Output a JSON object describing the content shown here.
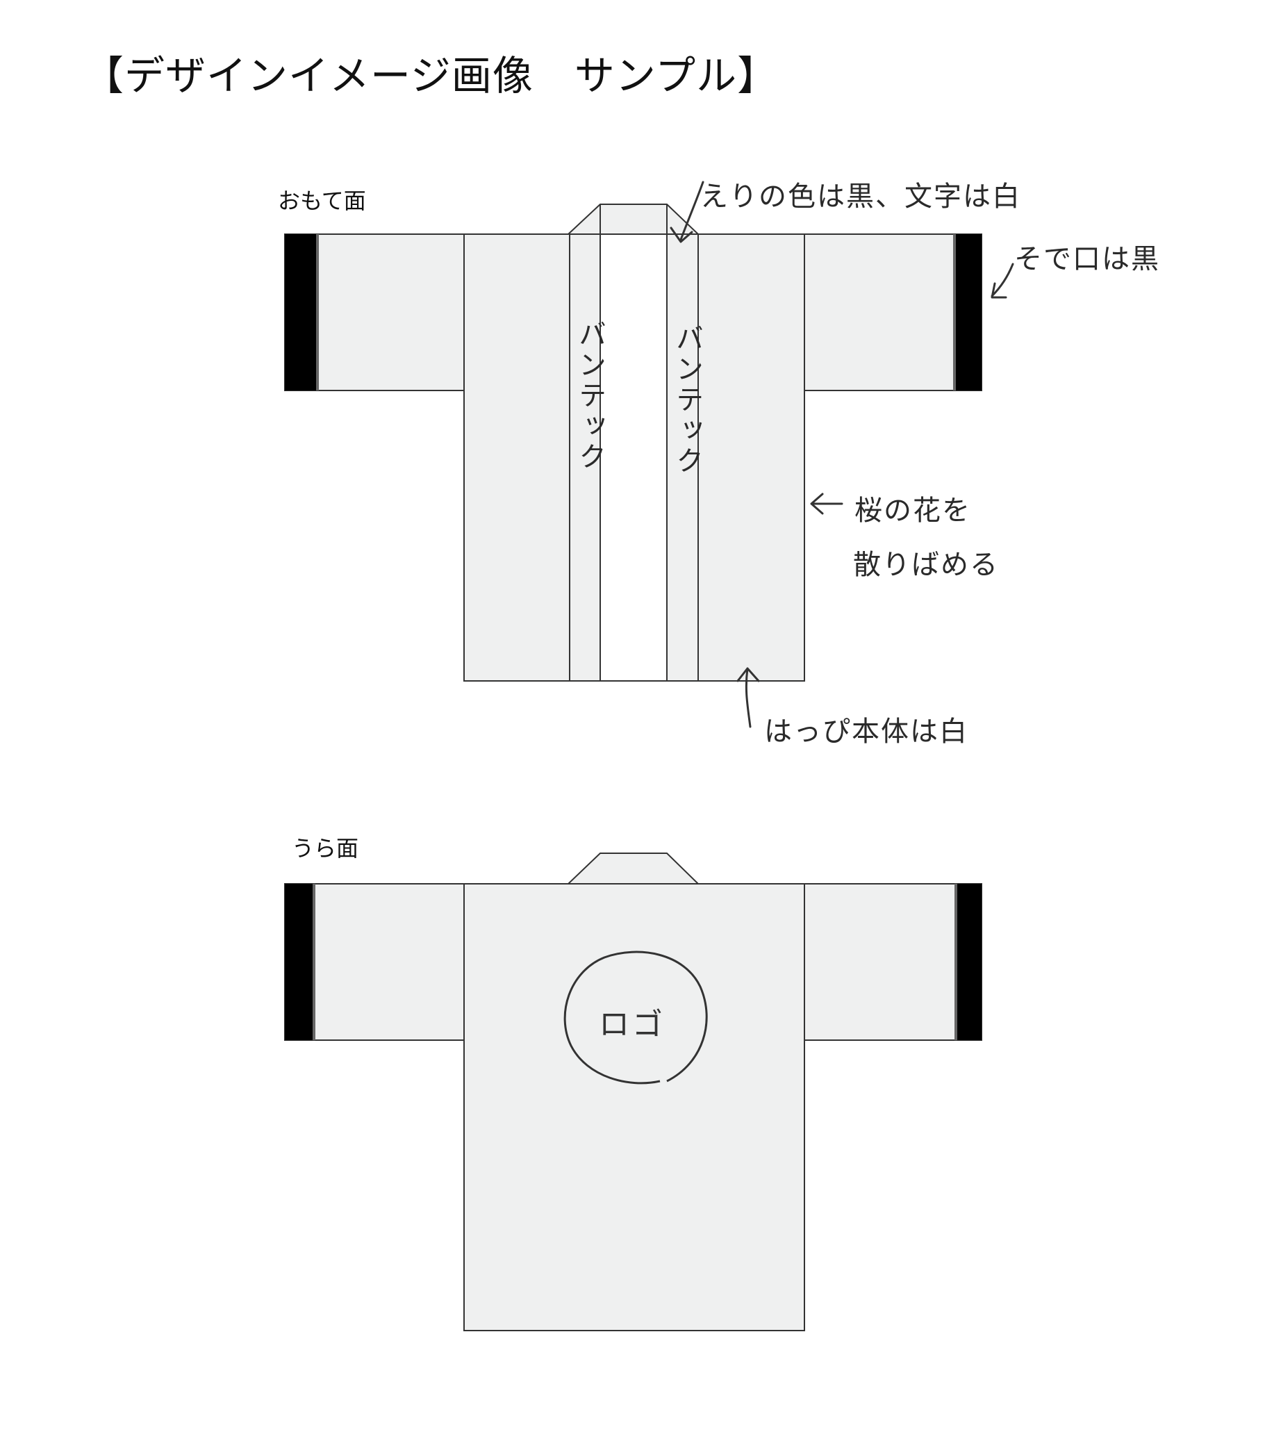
{
  "title": "【デザインイメージ画像　サンプル】",
  "front": {
    "label": "おもて面",
    "collar_text_left": "バンテック",
    "collar_text_right": "バンテック"
  },
  "back": {
    "label": "うら面",
    "logo_text": "ロゴ"
  },
  "annotations": {
    "collar": "えりの色は黒、文字は白",
    "sleeve": "そで口は黒",
    "flowers_line1": "桜の花を",
    "flowers_line2": "散りばめる",
    "body": "はっぴ本体は白"
  },
  "colors": {
    "body": "#eff0f0",
    "cuff": "#000000",
    "line": "#333333"
  },
  "icons": [
    "cherry-blossom-icon",
    "arrow-icon"
  ]
}
